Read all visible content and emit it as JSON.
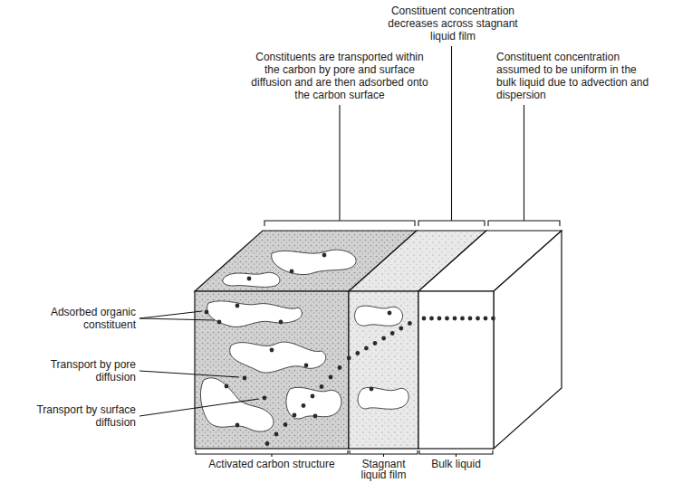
{
  "diagram": {
    "labels": [
      "Constituent concentration decreases across stagnant liquid film",
      "Constituents are transported within the carbon by pore and surface diffusion and are then adsorbed onto the carbon surface",
      "Constituent concentration assumed to be uniform in the bulk liquid due to advection and dispersion",
      "Adsorbed organic constituent",
      "Transport by pore diffusion",
      "Transport by surface diffusion",
      "Activated carbon structure",
      "Stagnant liquid film",
      "Bulk liquid"
    ]
  }
}
